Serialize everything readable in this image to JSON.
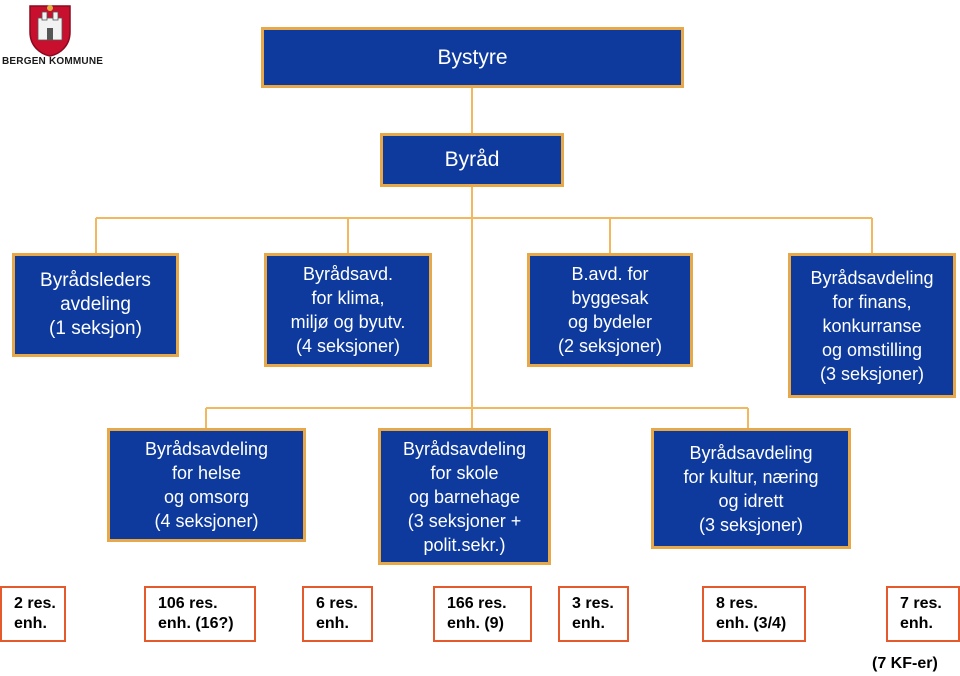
{
  "logo": {
    "text": "BERGEN KOMMUNE"
  },
  "top": [
    {
      "lines": [
        "Bystyre"
      ]
    },
    {
      "lines": [
        "Byråd"
      ]
    }
  ],
  "departments_row1": [
    {
      "lines": [
        "Byrådsleders",
        "avdeling",
        "(1 seksjon)"
      ]
    },
    {
      "lines": [
        "Byrådsavd.",
        "for klima,",
        "miljø og byutv.",
        "(4 seksjoner)"
      ]
    },
    {
      "lines": [
        "B.avd. for",
        "byggesak",
        "og bydeler",
        "(2 seksjoner)"
      ]
    },
    {
      "lines": [
        "Byrådsavdeling",
        "for finans,",
        "konkurranse",
        "og omstilling",
        "(3 seksjoner)"
      ]
    }
  ],
  "departments_row2": [
    {
      "lines": [
        "Byrådsavdeling",
        "for helse",
        "og omsorg",
        "(4 seksjoner)"
      ]
    },
    {
      "lines": [
        "Byrådsavdeling",
        "for skole",
        "og barnehage",
        "(3 seksjoner +",
        "polit.sekr.)"
      ]
    },
    {
      "lines": [
        "Byrådsavdeling",
        "for kultur, næring",
        "og idrett",
        "(3 seksjoner)"
      ]
    }
  ],
  "units": [
    {
      "lines": [
        "2 res.",
        "enh."
      ]
    },
    {
      "lines": [
        "106 res.",
        "enh. (16?)"
      ]
    },
    {
      "lines": [
        "6 res.",
        "enh."
      ]
    },
    {
      "lines": [
        "166 res.",
        "enh. (9)"
      ]
    },
    {
      "lines": [
        "3 res.",
        "enh."
      ]
    },
    {
      "lines": [
        "8 res.",
        "enh. (3/4)"
      ]
    },
    {
      "lines": [
        "7 res.",
        "enh."
      ]
    }
  ],
  "note": "(7 KF-er)",
  "colors": {
    "box_fill": "#0d3a9c",
    "box_border": "#e7a84a",
    "connector": "#f2b860",
    "unit_border": "#e45a2c"
  }
}
